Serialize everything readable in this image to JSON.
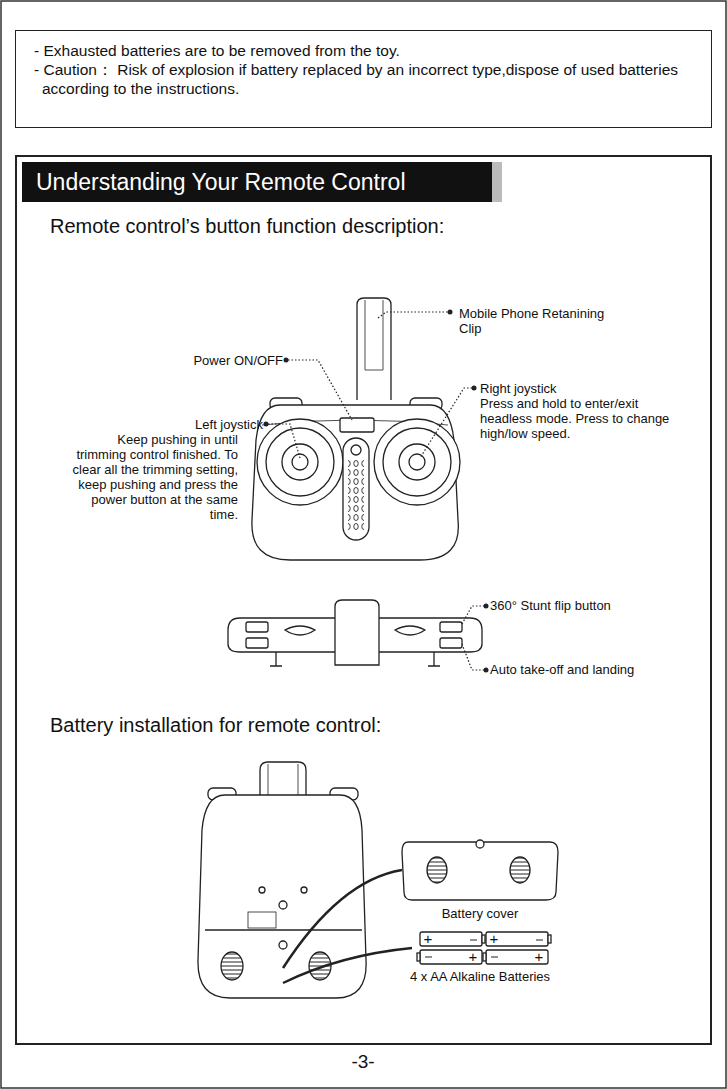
{
  "diagram": {
    "nodes": [
      {
        "text": [
          "- Exhausted batteries are to be removed from the toy.",
          "- Caution： Risk of explosion if battery replaced by an incorrect type,dispose of used batteries according to the instructions."
        ]
      },
      {
        "text": [
          "Remote control’s button function description:",
          "Battery installation for remote control:"
        ]
      },
      {
        "text": [
          "Understanding Your Remote Control"
        ],
        "in": 1
      }
    ],
    "labels": [
      "Mobile Phone Retanining Clip",
      "Power ON/OFF",
      "Right joystick",
      "Press and hold to enter/exit headless mode. Press to change high/low speed.",
      "Left joystick",
      "Keep pushing in until trimming control finished. To clear all the trimming setting, keep pushing and press the power button at the same time.",
      "360° Stunt flip button",
      "Auto take-off and landing",
      "Battery cover",
      "4 x AA Alkaline Batteries",
      "+",
      "+",
      "+",
      "+",
      "-3-"
    ]
  }
}
